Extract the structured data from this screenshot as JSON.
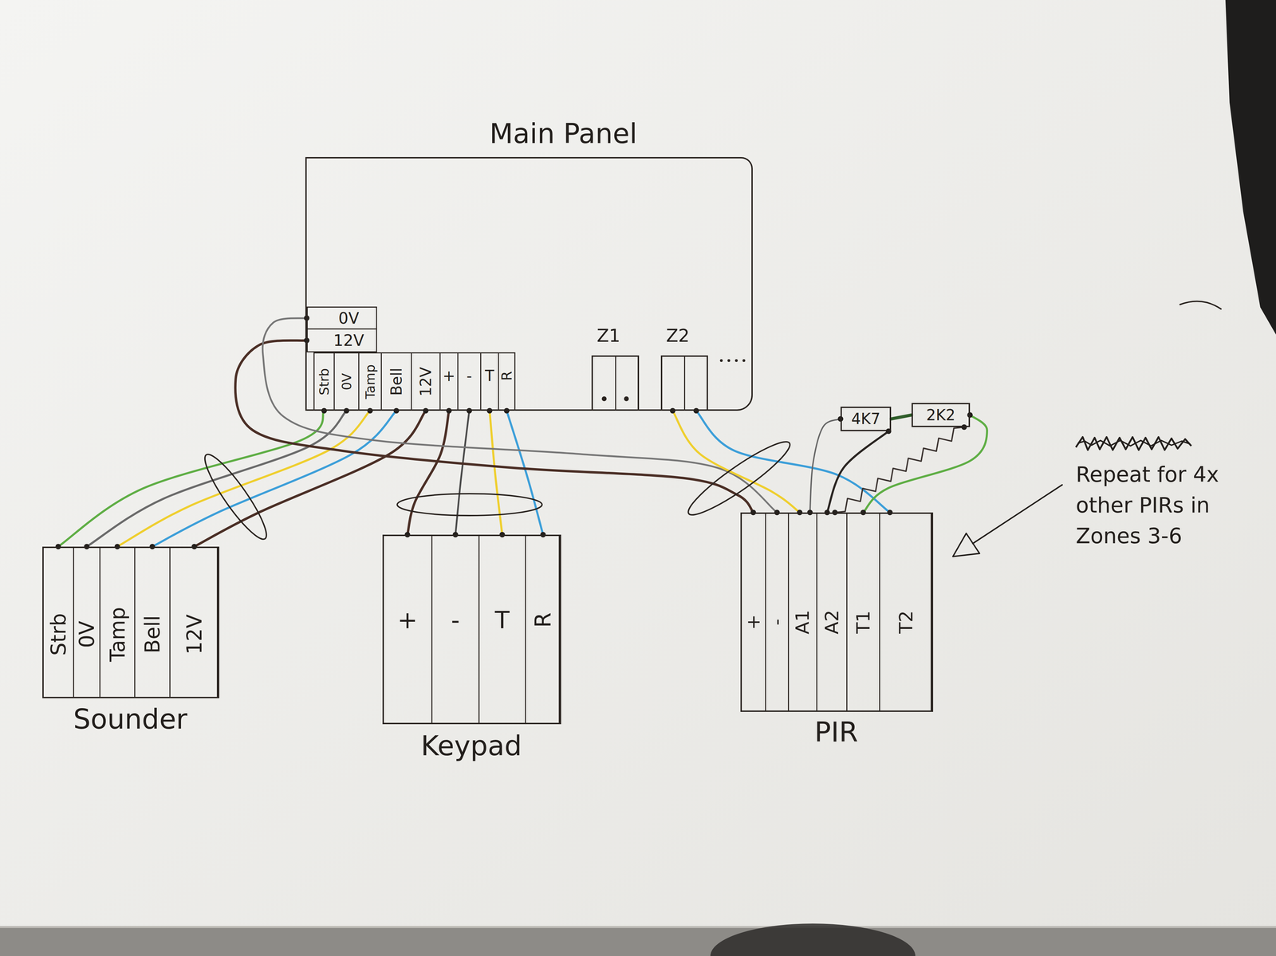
{
  "diagram": {
    "nodes": [
      {
        "text": [
          "Main Panel"
        ]
      },
      {
        "text": [
          "0V"
        ],
        "in": 0
      },
      {
        "text": [
          "12V"
        ],
        "in": 0
      },
      {
        "text": [
          "Strb"
        ],
        "in": 0
      },
      {
        "text": [
          "0V"
        ],
        "in": 0
      },
      {
        "text": [
          "Tamp"
        ],
        "in": 0
      },
      {
        "text": [
          "Bell"
        ],
        "in": 0
      },
      {
        "text": [
          "12V"
        ],
        "in": 0
      },
      {
        "text": [
          "+"
        ],
        "in": 0
      },
      {
        "text": [
          "-"
        ],
        "in": 0
      },
      {
        "text": [
          "T"
        ],
        "in": 0
      },
      {
        "text": [
          "R"
        ],
        "in": 0
      },
      {
        "text": [
          "Z1"
        ],
        "in": 0
      },
      {
        "text": [
          "Z2"
        ],
        "in": 0
      },
      {
        "text": [
          "Sounder"
        ]
      },
      {
        "text": [
          "Strb"
        ],
        "in": 14
      },
      {
        "text": [
          "0V"
        ],
        "in": 14
      },
      {
        "text": [
          "Tamp"
        ],
        "in": 14
      },
      {
        "text": [
          "Bell"
        ],
        "in": 14
      },
      {
        "text": [
          "12V"
        ],
        "in": 14
      },
      {
        "text": [
          "Keypad"
        ]
      },
      {
        "text": [
          "+"
        ],
        "in": 20
      },
      {
        "text": [
          "-"
        ],
        "in": 20
      },
      {
        "text": [
          "T"
        ],
        "in": 20
      },
      {
        "text": [
          "R"
        ],
        "in": 20
      },
      {
        "text": [
          "PIR"
        ]
      },
      {
        "text": [
          "+"
        ],
        "in": 25
      },
      {
        "text": [
          "-"
        ],
        "in": 25
      },
      {
        "text": [
          "A1"
        ],
        "in": 25
      },
      {
        "text": [
          "A2"
        ],
        "in": 25
      },
      {
        "text": [
          "T1"
        ],
        "in": 25
      },
      {
        "text": [
          "T2"
        ],
        "in": 25
      },
      {
        "text": [
          "4K7"
        ]
      },
      {
        "text": [
          "2K2"
        ]
      }
    ],
    "edges": [
      {
        "from": 3,
        "to": 15,
        "arrow": "none"
      },
      {
        "from": 4,
        "to": 16,
        "arrow": "none"
      },
      {
        "from": 5,
        "to": 17,
        "arrow": "none"
      },
      {
        "from": 6,
        "to": 18,
        "arrow": "none"
      },
      {
        "from": 7,
        "to": 19,
        "arrow": "none"
      },
      {
        "from": 8,
        "to": 21,
        "arrow": "none"
      },
      {
        "from": 9,
        "to": 22,
        "arrow": "none"
      },
      {
        "from": 10,
        "to": 23,
        "arrow": "none"
      },
      {
        "from": 11,
        "to": 24,
        "arrow": "none"
      },
      {
        "from": 2,
        "to": 26,
        "arrow": "none"
      },
      {
        "from": 1,
        "to": 27,
        "arrow": "none"
      },
      {
        "from": 13,
        "to": 28,
        "arrow": "none"
      },
      {
        "from": 13,
        "to": 31,
        "arrow": "none"
      },
      {
        "from": 32,
        "to": 28,
        "arrow": "none"
      },
      {
        "from": 32,
        "to": 33,
        "arrow": "none"
      },
      {
        "from": 32,
        "to": 29,
        "arrow": "none"
      },
      {
        "from": 33,
        "to": 30,
        "arrow": "none"
      },
      {
        "from": 29,
        "to": 33,
        "arrow": "none"
      }
    ],
    "labels": [
      "Repeat for 4x other PIRs in Zones 3-6"
    ]
  }
}
